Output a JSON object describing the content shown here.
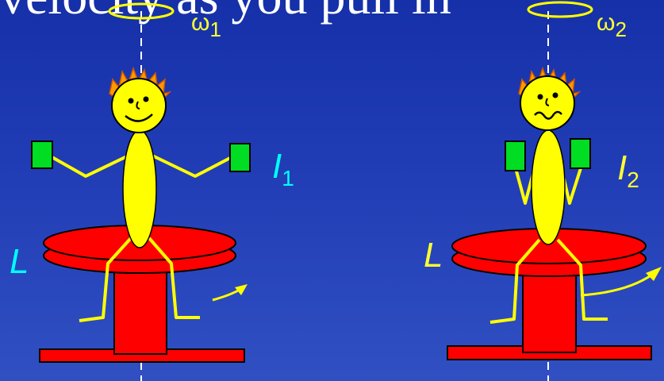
{
  "title": "velocity as you pull in",
  "left": {
    "omega": "ω",
    "omega_sub": "1",
    "inertia": "I",
    "inertia_sub": "1",
    "momentum": "L"
  },
  "right": {
    "omega": "ω",
    "omega_sub": "2",
    "inertia": "I",
    "inertia_sub": "2",
    "momentum": "L"
  },
  "colors": {
    "background": "#1e3bb0",
    "platform": "#ff0000",
    "figure": "#ffff00",
    "weights": "#00dd22",
    "hair": "#ff9900",
    "left_label": "#00ffff",
    "right_label": "#ffff33"
  }
}
